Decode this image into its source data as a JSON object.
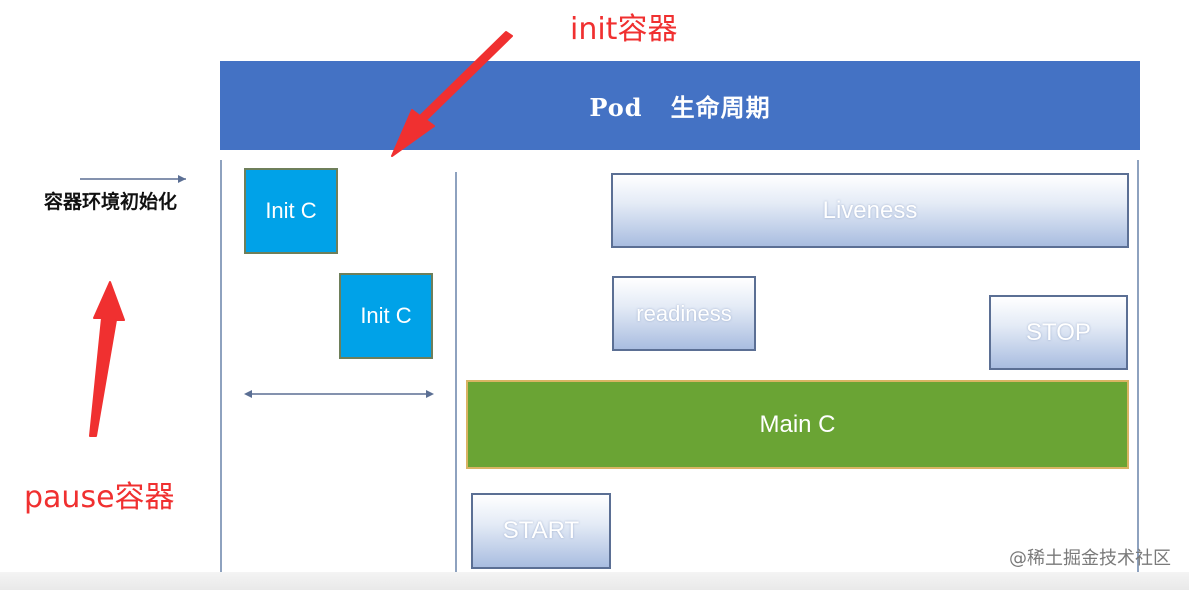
{
  "header": {
    "title": "Pod   生命周期"
  },
  "annotations": {
    "init_label": "init容器",
    "pause_label": "pause容器",
    "side_label": "容器环境初始化"
  },
  "boxes": {
    "init_c_1": "Init C",
    "init_c_2": "Init C",
    "liveness": "Liveness",
    "readiness": "readiness",
    "stop": "STOP",
    "main_c": "Main C",
    "start": "START"
  },
  "watermark": "@稀土掘金技术社区",
  "colors": {
    "header": "#4472c4",
    "init_box": "#00a2e8",
    "main_box": "#6aa434",
    "annotation_red": "#f03030",
    "guide_line": "#8ea2bf"
  }
}
